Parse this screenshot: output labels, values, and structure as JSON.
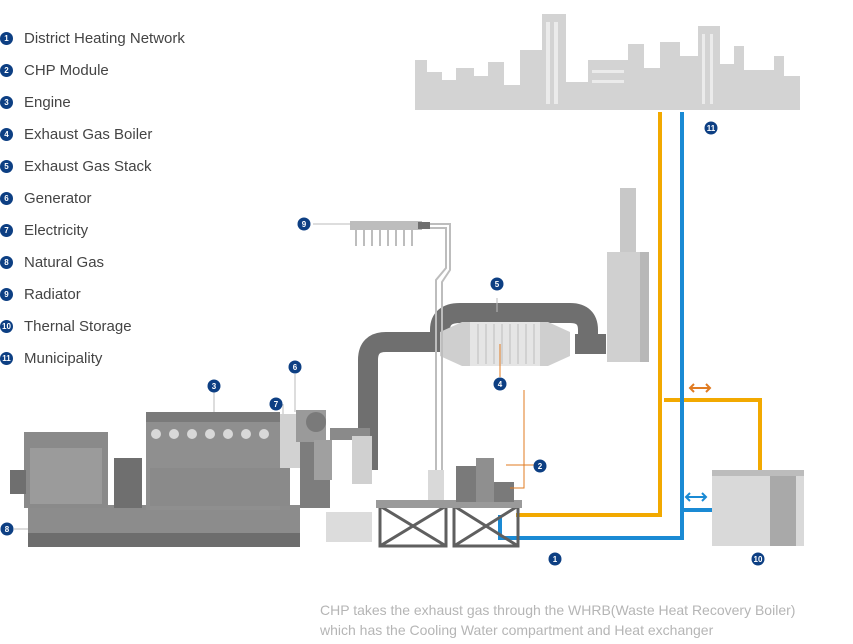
{
  "legend": [
    {
      "num": "1",
      "label": "District Heating Network"
    },
    {
      "num": "2",
      "label": "CHP Module"
    },
    {
      "num": "3",
      "label": "Engine"
    },
    {
      "num": "4",
      "label": "Exhaust Gas Boiler"
    },
    {
      "num": "5",
      "label": "Exhaust Gas Stack"
    },
    {
      "num": "6",
      "label": "Generator"
    },
    {
      "num": "7",
      "label": "Electricity"
    },
    {
      "num": "8",
      "label": "Natural Gas"
    },
    {
      "num": "9",
      "label": "Radiator"
    },
    {
      "num": "10",
      "label": "Thernal Storage"
    },
    {
      "num": "11",
      "label": "Municipality"
    }
  ],
  "caption": {
    "line1": "CHP takes the exhaust gas through the WHRB(Waste Heat Recovery Boiler)",
    "line2": "which has the Cooling Water compartment and Heat exchanger"
  },
  "colors": {
    "badge": "#0d3f83",
    "hot_pipe": "#f2a900",
    "cold_pipe": "#1a8ad4",
    "machine": "#8a8a8a",
    "city": "#d3d3d3",
    "callout_line": "#e07b22"
  }
}
